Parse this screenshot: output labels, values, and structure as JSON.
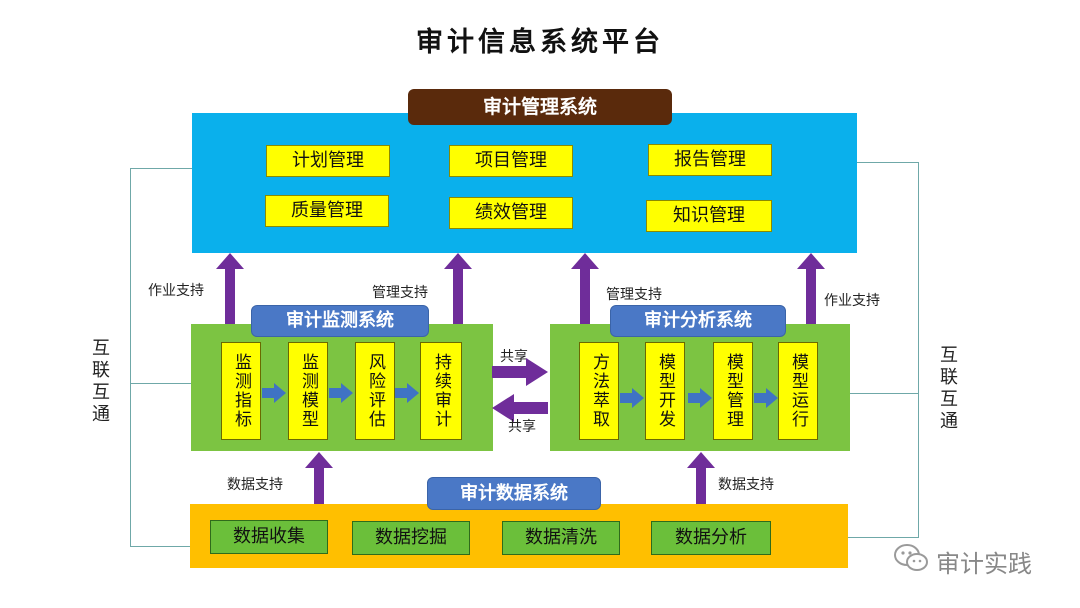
{
  "title": "审计信息系统平台",
  "management": {
    "header": "审计管理系统",
    "items": [
      "计划管理",
      "项目管理",
      "报告管理",
      "质量管理",
      "绩效管理",
      "知识管理"
    ]
  },
  "monitoring": {
    "header": "审计监测系统",
    "items": [
      "监测指标",
      "监测模型",
      "风险评估",
      "持续审计"
    ]
  },
  "analysis": {
    "header": "审计分析系统",
    "items": [
      "方法萃取",
      "模型开发",
      "模型管理",
      "模型运行"
    ]
  },
  "data": {
    "header": "审计数据系统",
    "items": [
      "数据收集",
      "数据挖掘",
      "数据清洗",
      "数据分析"
    ]
  },
  "labels": {
    "work_support_left": "作业支持",
    "mgmt_support_left": "管理支持",
    "mgmt_support_right": "管理支持",
    "work_support_right": "作业支持",
    "share_top": "共享",
    "share_bottom": "共享",
    "data_support_left": "数据支持",
    "data_support_right": "数据支持",
    "interconnect_left": "互联互通",
    "interconnect_right": "互联互通"
  },
  "colors": {
    "management_panel": "#0ab0ec",
    "header_brown": "#5a2a0c",
    "header_blue": "#4a78c6",
    "green_panel": "#7cc442",
    "data_panel": "#ffbf00",
    "arrow_purple": "#6f2d9a",
    "arrow_blue": "#3f73c4"
  },
  "watermark": "审计实践",
  "watermark_icon": "wechat-icon"
}
